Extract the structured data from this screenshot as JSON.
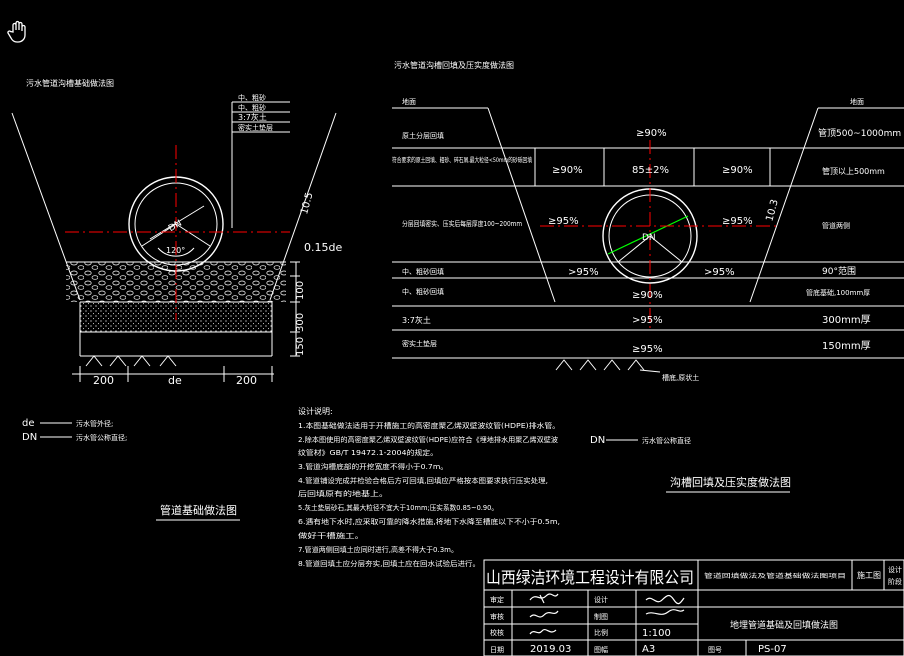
{
  "colors": {
    "background": "#000000",
    "lines": "#ffffff",
    "centerline": "#ff0000",
    "diameter": "#00ff00"
  },
  "cursor_icon": "pan-hand-icon",
  "left": {
    "caption": "污水管道沟槽基础做法图",
    "legend_top": [
      "中、粗砂",
      "中、粗砂",
      "3:7灰土",
      "密实土垫层"
    ],
    "dn": "DN",
    "angle": "120°",
    "slope_label": "10.5",
    "thickness_label": "0.15de",
    "dim_right": [
      "100",
      "300",
      "150"
    ],
    "dim_bottom": [
      "200",
      "de",
      "200"
    ],
    "legend_de": "de",
    "legend_de_text": "污水管外径;",
    "legend_dn": "DN",
    "legend_dn_text": "污水管公称直径;",
    "title": "管道基础做法图"
  },
  "right": {
    "caption": "污水管道沟槽回填及压实度做法图",
    "ground_left": "地面",
    "ground_right": "地面",
    "row_labels": [
      "原土分层回填",
      "符合要求的原土回填、粗砂、碎石屑,最大粒径<50mm的砂砾回填",
      "分层回填密实、压实后每层厚度100~200mm",
      "中、粗砂回填",
      "中、粗砂回填",
      "3:7灰土",
      "密实土垫层"
    ],
    "vals": {
      "v90a": "≥90%",
      "v90b": "≥90%",
      "v85": "85±2%",
      "v90c": "≥90%",
      "v95a": "≥95%",
      "v95b": "≥95%",
      "v95c": ">95%",
      "v95d": ">95%",
      "v90d": "≥90%",
      "v95e": ">95%",
      "v95f": "≥95%"
    },
    "notes_right": [
      "管顶500~1000mm",
      "管顶以上500mm",
      "管道两侧",
      "90°范围",
      "管底基础,100mm厚",
      "300mm厚",
      "150mm厚"
    ],
    "slope_label": "10.3",
    "bottom_note": "槽底,原状土",
    "legend_dn": "DN",
    "legend_dn_text": "污水管公称直径",
    "title": "沟槽回填及压实度做法图"
  },
  "notes": {
    "heading": "设计说明:",
    "lines": [
      "1.本图基础做法适用于开槽施工的高密度聚乙烯双壁波纹管(HDPE)排水管。",
      "2.除本图使用的高密度聚乙烯双壁波纹管(HDPE)应符合《埋地排水用聚乙烯双壁波",
      "  纹管材》GB/T 19472.1-2004的规定。",
      "3.管道沟槽底部的开挖宽度不得小于0.7m。",
      "4.管道铺设完成并检验合格后方可回填,回填应严格按本图要求执行压实处理,",
      "  后回填原有的地基上。",
      "5.灰土垫层砂石,其最大粒径不宜大于10mm;压实系数0.85~0.90。",
      "6.遇有地下水时,应采取可靠的降水措施,将地下水降至槽底以下不小于0.5m,",
      "  做好干槽施工。",
      "7.管道两侧回填土应同时进行,高差不得大于0.3m。",
      "8.管道回填土应分层夯实,回填土应在回水试验后进行。"
    ]
  },
  "title_block": {
    "company": "山西绿洁环境工程设计有限公司",
    "project": "管道回填做法及管道基础做法图项目",
    "stage_label": "施工图",
    "right_cut": [
      "设计",
      "阶段"
    ],
    "rows": [
      [
        "审定",
        "",
        "设计",
        ""
      ],
      [
        "审核",
        "",
        "制图",
        ""
      ],
      [
        "校核",
        "",
        "比例",
        "1:100"
      ],
      [
        "日期",
        "2019.03",
        "图幅",
        "A3"
      ]
    ],
    "drawing_title": "地埋管道基础及回填做法图",
    "drawing_no_label": "图号",
    "drawing_no": "PS-07"
  }
}
